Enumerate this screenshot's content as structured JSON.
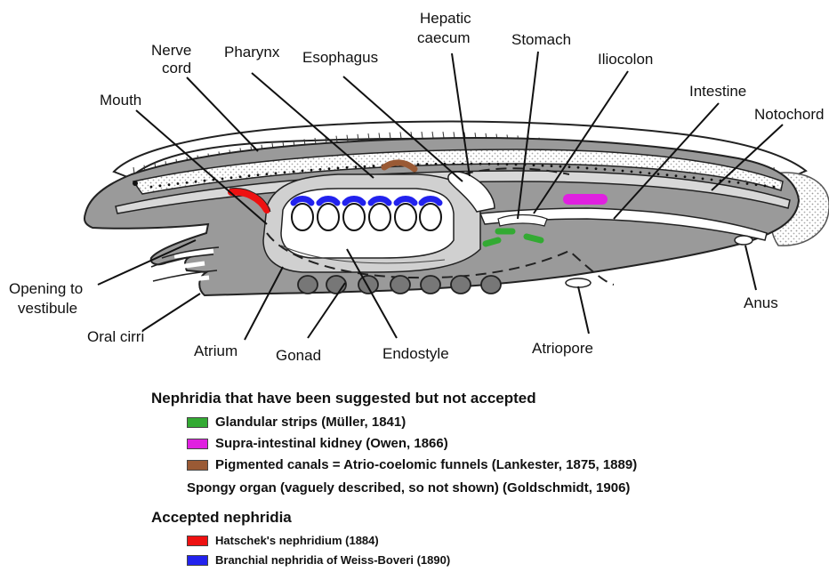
{
  "labels": {
    "mouth": "Mouth",
    "nerve_cord": [
      "Nerve",
      "cord"
    ],
    "pharynx": "Pharynx",
    "esophagus": "Esophagus",
    "hepatic_caecum": [
      "Hepatic",
      "caecum"
    ],
    "stomach": "Stomach",
    "iliocolon": "Iliocolon",
    "intestine": "Intestine",
    "notochord": "Notochord",
    "opening_to_vestibule": [
      "Opening to",
      "vestibule"
    ],
    "oral_cirri": "Oral cirri",
    "atrium": "Atrium",
    "gonad": "Gonad",
    "endostyle": "Endostyle",
    "atriopore": "Atriopore",
    "anus": "Anus"
  },
  "legend": {
    "suggested_title": "Nephridia that have been suggested but not accepted",
    "suggested_items": [
      {
        "label": "Glandular strips (Müller, 1841)",
        "color": "#33aa33"
      },
      {
        "label": "Supra-intestinal kidney (Owen, 1866)",
        "color": "#e020e0"
      },
      {
        "label": "Pigmented canals = Atrio-coelomic funnels (Lankester, 1875, 1889)",
        "color": "#9a5a35"
      }
    ],
    "spongy_note": "Spongy organ (vaguely described, so not shown) (Goldschmidt, 1906)",
    "accepted_title": "Accepted nephridia",
    "accepted_items": [
      {
        "label": "Hatschek's nephridium (1884)",
        "color": "#ee1111"
      },
      {
        "label": "Branchial nephridia of Weiss-Boveri (1890)",
        "color": "#2222ee"
      }
    ]
  }
}
